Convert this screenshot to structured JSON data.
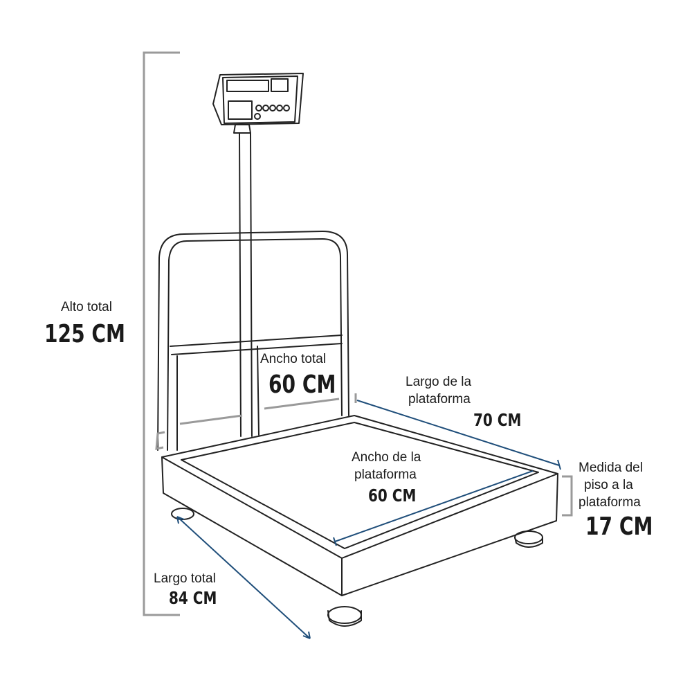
{
  "labels": {
    "alto_total": {
      "caption": "Alto total",
      "value": "125 CM"
    },
    "ancho_total": {
      "caption": "Ancho total",
      "value": "60 CM"
    },
    "largo_plataforma": {
      "caption_line1": "Largo de la",
      "caption_line2": "plataforma",
      "value": "70 CM"
    },
    "ancho_plataforma": {
      "caption_line1": "Ancho de la",
      "caption_line2": "plataforma",
      "value": "60 CM"
    },
    "medida_piso": {
      "caption_line1": "Medida del",
      "caption_line2": "piso a la",
      "caption_line3": "plataforma",
      "value": "17 CM"
    },
    "largo_total": {
      "caption": "Largo total",
      "value": "84 CM"
    }
  },
  "colors": {
    "outline": "#222222",
    "dimension_gray": "#9a9a9a",
    "dimension_blue": "#1f4e7a",
    "text": "#1a1a1a"
  }
}
